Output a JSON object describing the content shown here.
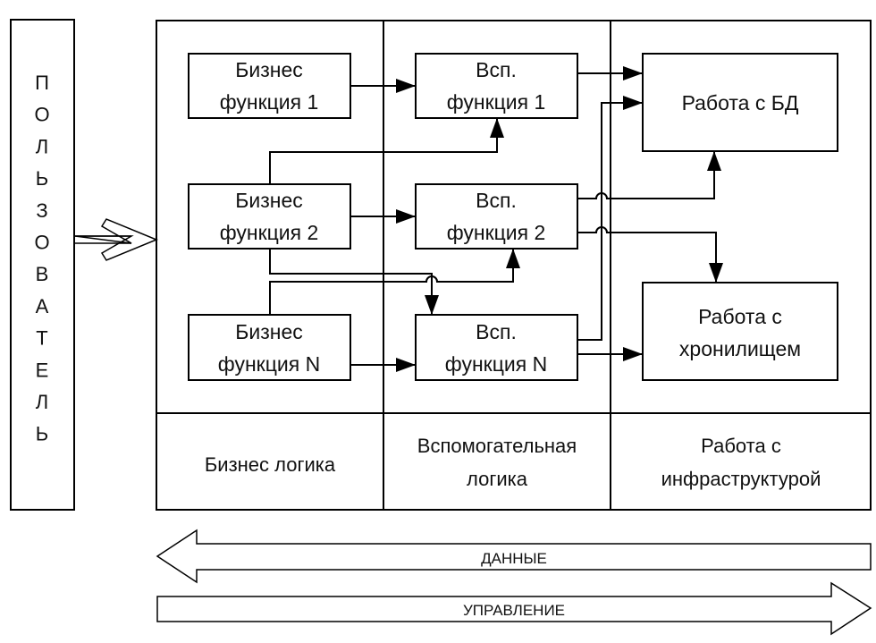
{
  "user": {
    "label": "ПОЛЬЗОВАТЕЛЬ",
    "letters": [
      "П",
      "О",
      "Л",
      "Ь",
      "З",
      "О",
      "В",
      "А",
      "Т",
      "Е",
      "Л",
      "Ь"
    ]
  },
  "lanes": [
    {
      "id": "business",
      "lines": [
        "Бизнес логика"
      ]
    },
    {
      "id": "auxiliary",
      "lines": [
        "Вспомогательная",
        "логика"
      ]
    },
    {
      "id": "infra",
      "lines": [
        "Работа с",
        "инфраструктурой"
      ]
    }
  ],
  "boxes": {
    "bf1": {
      "lines": [
        "Бизнес",
        "функция 1"
      ]
    },
    "bf2": {
      "lines": [
        "Бизнес",
        "функция 2"
      ]
    },
    "bfn": {
      "lines": [
        "Бизнес",
        "функция N"
      ]
    },
    "af1": {
      "lines": [
        "Всп.",
        "функция 1"
      ]
    },
    "af2": {
      "lines": [
        "Всп.",
        "функция 2"
      ]
    },
    "afn": {
      "lines": [
        "Всп.",
        "функция N"
      ]
    },
    "db": {
      "lines": [
        "Работа с БД"
      ]
    },
    "storage": {
      "lines": [
        "Работа с",
        "хронилищем"
      ]
    }
  },
  "connections": [
    {
      "from": "bf1",
      "to": "af1"
    },
    {
      "from": "bf2",
      "to": "af1"
    },
    {
      "from": "bf2",
      "to": "af2"
    },
    {
      "from": "bf2",
      "to": "afn"
    },
    {
      "from": "bfn",
      "to": "af2"
    },
    {
      "from": "bfn",
      "to": "afn"
    },
    {
      "from": "af1",
      "to": "db"
    },
    {
      "from": "af2",
      "to": "db"
    },
    {
      "from": "af2",
      "to": "storage"
    },
    {
      "from": "afn",
      "to": "db"
    },
    {
      "from": "afn",
      "to": "storage"
    }
  ],
  "flows": {
    "data": {
      "label": "ДАННЫЕ",
      "direction": "left"
    },
    "control": {
      "label": "УПРАВЛЕНИЕ",
      "direction": "right"
    }
  }
}
